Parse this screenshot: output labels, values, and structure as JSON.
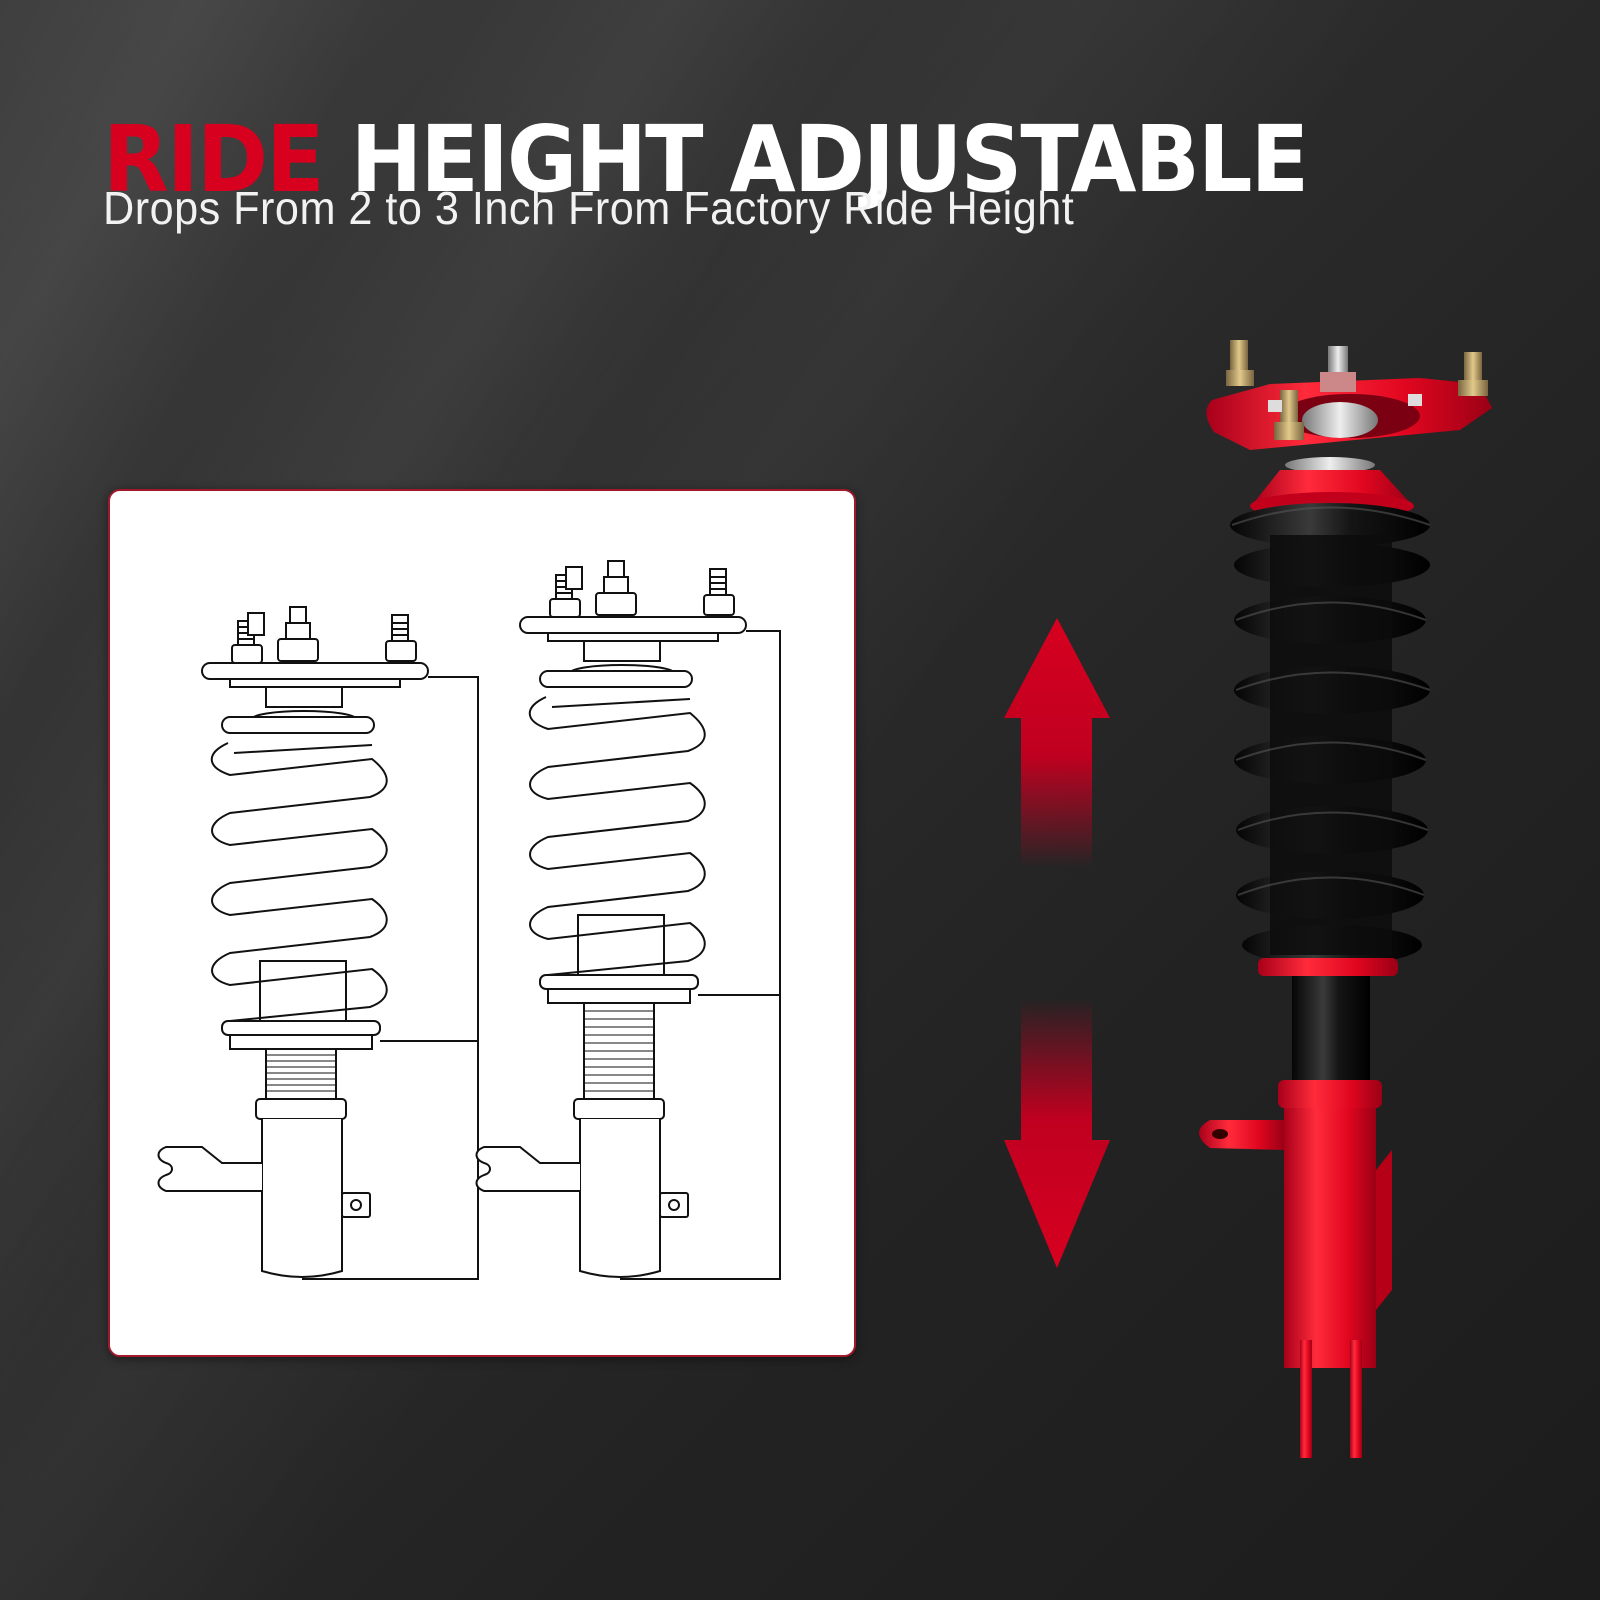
{
  "headline": {
    "accent_word": "RIDE",
    "rest": "HEIGHT ADJUSTABLE"
  },
  "subheadline": "Drops From 2 to 3 Inch From Factory Ride Height",
  "colors": {
    "accent": "#d7001f",
    "panel_border": "#a0182a",
    "background_dark": "#1c1c1c",
    "background_light": "#3f3f3f",
    "coil_black": "#111111"
  },
  "diagram": {
    "description": "Side-by-side line drawings comparing coilover strut at lowered and raised ride height",
    "items": [
      {
        "label": "lowered-setting strut drawing"
      },
      {
        "label": "raised-setting strut drawing"
      }
    ]
  },
  "icons": {
    "height_arrow": "double-vertical-arrow-icon"
  },
  "product": {
    "description": "Red and black adjustable coilover strut assembly with camber top mount"
  }
}
